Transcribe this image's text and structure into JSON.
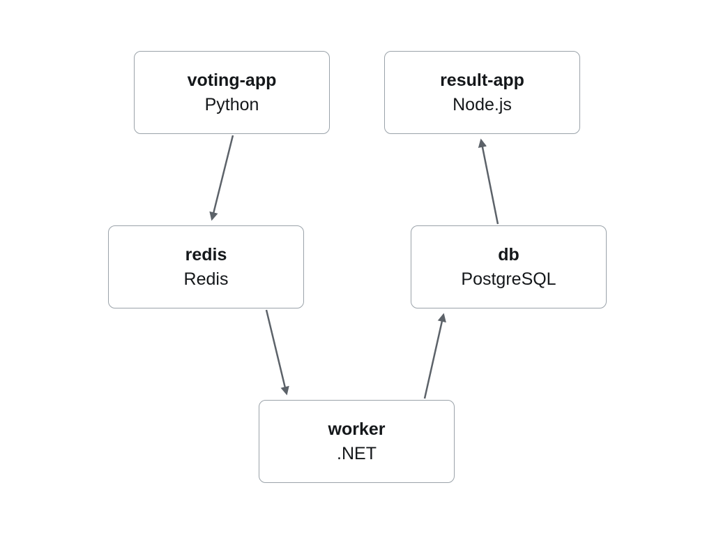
{
  "diagram": {
    "nodes": [
      {
        "id": "voting-app",
        "title": "voting-app",
        "subtitle": "Python"
      },
      {
        "id": "result-app",
        "title": "result-app",
        "subtitle": "Node.js"
      },
      {
        "id": "redis",
        "title": "redis",
        "subtitle": "Redis"
      },
      {
        "id": "db",
        "title": "db",
        "subtitle": "PostgreSQL"
      },
      {
        "id": "worker",
        "title": "worker",
        "subtitle": ".NET"
      }
    ],
    "edges": [
      {
        "from": "voting-app",
        "to": "redis"
      },
      {
        "from": "redis",
        "to": "worker"
      },
      {
        "from": "worker",
        "to": "db"
      },
      {
        "from": "db",
        "to": "result-app"
      }
    ],
    "colors": {
      "node_border": "#9aa2a9",
      "node_fill": "#ffffff",
      "arrow": "#5c6269",
      "text": "#14171a",
      "background": "#ffffff"
    }
  }
}
